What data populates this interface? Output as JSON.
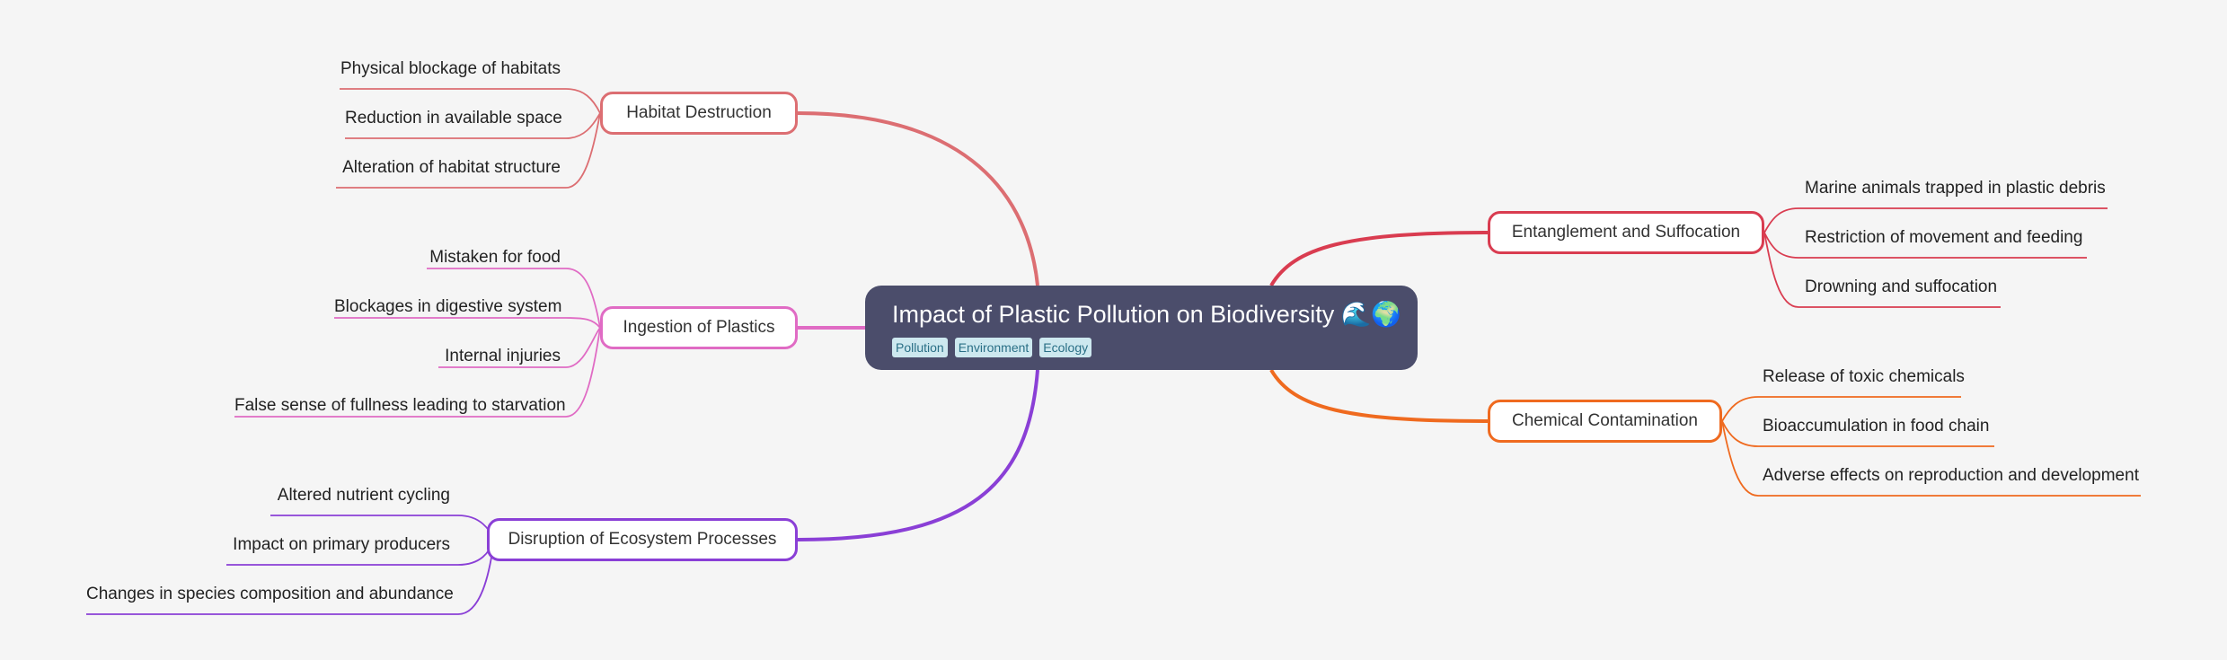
{
  "root": {
    "title": "Impact of Plastic Pollution on Biodiversity 🌊🌍",
    "tags": [
      "Pollution",
      "Environment",
      "Ecology"
    ]
  },
  "branches": [
    {
      "id": "habitat",
      "label": "Habitat Destruction",
      "color": "#dc6e72",
      "children": [
        "Physical blockage of habitats",
        "Reduction in available space",
        "Alteration of habitat structure"
      ]
    },
    {
      "id": "ingestion",
      "label": "Ingestion of Plastics",
      "color": "#e06bc4",
      "children": [
        "Mistaken for food",
        "Blockages in digestive system",
        "Internal injuries",
        "False sense of fullness leading to starvation"
      ]
    },
    {
      "id": "disruption",
      "label": "Disruption of Ecosystem Processes",
      "color": "#8a3fd6",
      "children": [
        "Altered nutrient cycling",
        "Impact on primary producers",
        "Changes in species composition and abundance"
      ]
    },
    {
      "id": "entanglement",
      "label": "Entanglement and Suffocation",
      "color": "#d93c50",
      "children": [
        "Marine animals trapped in plastic debris",
        "Restriction of movement and feeding",
        "Drowning and suffocation"
      ]
    },
    {
      "id": "chemical",
      "label": "Chemical Contamination",
      "color": "#ef6a1f",
      "children": [
        "Release of toxic chemicals",
        "Bioaccumulation in food chain",
        "Adverse effects on reproduction and development"
      ]
    }
  ]
}
